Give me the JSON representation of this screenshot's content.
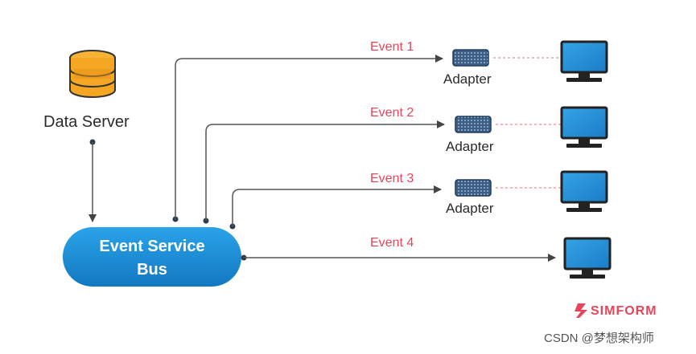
{
  "diagram": {
    "data_server": {
      "label": "Data Server",
      "icon": "database-icon"
    },
    "bus": {
      "line1": "Event Service",
      "line2": "Bus"
    },
    "events": [
      {
        "label": "Event 1",
        "adapter": "Adapter"
      },
      {
        "label": "Event 2",
        "adapter": "Adapter"
      },
      {
        "label": "Event 3",
        "adapter": "Adapter"
      },
      {
        "label": "Event 4",
        "adapter": ""
      }
    ],
    "brand": {
      "name": "SIMFORM",
      "icon": "simform-logo-icon"
    },
    "watermark": "CSDN @梦想架构师"
  },
  "colors": {
    "line": "#555555",
    "event_label": "#e8455a",
    "bus": "#1a8fd6",
    "db": "#f5a623",
    "monitor": "#1f8fd6",
    "dash": "#f2a0a8"
  }
}
